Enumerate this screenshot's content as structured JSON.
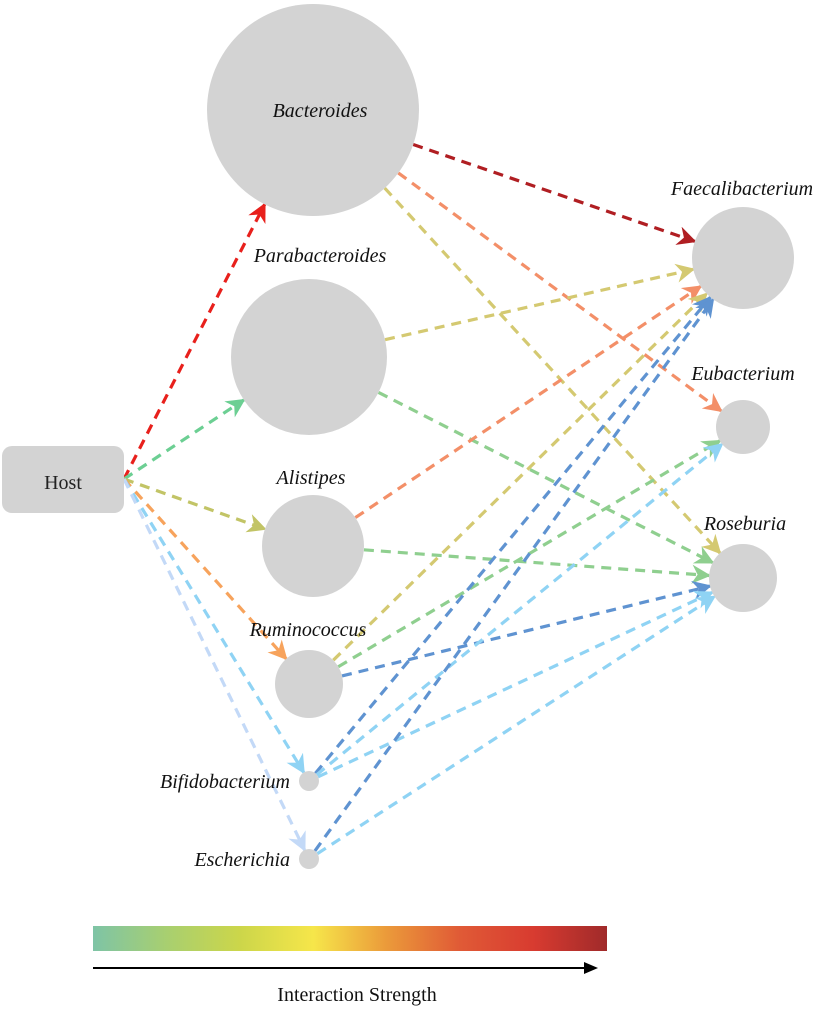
{
  "host": {
    "label": "Host",
    "color": "#d3d3d3"
  },
  "nodes": [
    {
      "id": "bacteroides",
      "label": "Bacteroides"
    },
    {
      "id": "parabacteroides",
      "label": "Parabacteroides"
    },
    {
      "id": "alistipes",
      "label": "Alistipes"
    },
    {
      "id": "ruminococcus",
      "label": "Ruminococcus"
    },
    {
      "id": "bifidobacterium",
      "label": "Bifidobacterium"
    },
    {
      "id": "escherichia",
      "label": "Escherichia"
    },
    {
      "id": "faecalibacterium",
      "label": "Faecalibacterium"
    },
    {
      "id": "eubacterium",
      "label": "Eubacterium"
    },
    {
      "id": "roseburia",
      "label": "Roseburia"
    }
  ],
  "node_color": "#d3d3d3",
  "edges": [
    {
      "from": "host",
      "to": "bacteroides",
      "color": "#e8201c"
    },
    {
      "from": "host",
      "to": "parabacteroides",
      "color": "#6ccf93"
    },
    {
      "from": "host",
      "to": "alistipes",
      "color": "#c2c466"
    },
    {
      "from": "host",
      "to": "ruminococcus",
      "color": "#f7a35c"
    },
    {
      "from": "host",
      "to": "bifidobacterium",
      "color": "#8fd3f4"
    },
    {
      "from": "host",
      "to": "escherichia",
      "color": "#c3d9f7"
    },
    {
      "from": "bacteroides",
      "to": "faecalibacterium",
      "color": "#b01e22"
    },
    {
      "from": "bacteroides",
      "to": "eubacterium",
      "color": "#f38f68"
    },
    {
      "from": "bacteroides",
      "to": "roseburia",
      "color": "#d4c971"
    },
    {
      "from": "parabacteroides",
      "to": "faecalibacterium",
      "color": "#d4c971"
    },
    {
      "from": "parabacteroides",
      "to": "roseburia",
      "color": "#8fcf8f"
    },
    {
      "from": "alistipes",
      "to": "faecalibacterium",
      "color": "#f38f68"
    },
    {
      "from": "alistipes",
      "to": "roseburia",
      "color": "#8fcf8f"
    },
    {
      "from": "ruminococcus",
      "to": "faecalibacterium",
      "color": "#d4c971"
    },
    {
      "from": "ruminococcus",
      "to": "eubacterium",
      "color": "#8fcf8f"
    },
    {
      "from": "ruminococcus",
      "to": "roseburia",
      "color": "#5f93d1"
    },
    {
      "from": "bifidobacterium",
      "to": "faecalibacterium",
      "color": "#5f93d1"
    },
    {
      "from": "bifidobacterium",
      "to": "eubacterium",
      "color": "#8fd3f4"
    },
    {
      "from": "bifidobacterium",
      "to": "roseburia",
      "color": "#8fd3f4"
    },
    {
      "from": "escherichia",
      "to": "faecalibacterium",
      "color": "#5f93d1"
    },
    {
      "from": "escherichia",
      "to": "roseburia",
      "color": "#8fd3f4"
    }
  ],
  "legend": {
    "label": "Interaction Strength",
    "gradient_stops": [
      "#7ec4a6",
      "#a8cf70",
      "#ccd64a",
      "#f6e64a",
      "#eb9a3a",
      "#e05a36",
      "#d83b30",
      "#a02a2a"
    ]
  }
}
